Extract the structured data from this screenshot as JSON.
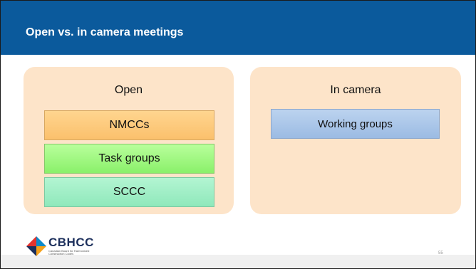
{
  "slide": {
    "title": "Open vs. in camera meetings",
    "page_number": "55"
  },
  "panels": {
    "open": {
      "title": "Open",
      "items": [
        "NMCCs",
        "Task groups",
        "SCCC"
      ]
    },
    "in_camera": {
      "title": "In camera",
      "items": [
        "Working groups"
      ]
    }
  },
  "logo": {
    "name": "CBHCC",
    "subtitle": "Canadian Board for Harmonized Construction Codes"
  },
  "colors": {
    "header": "#0b5a9c",
    "panel": "#fde4c9",
    "nmccs": "#fbc06c",
    "task_groups": "#8af06a",
    "sccc": "#8fe8bb",
    "working_groups": "#9bbbe3"
  }
}
